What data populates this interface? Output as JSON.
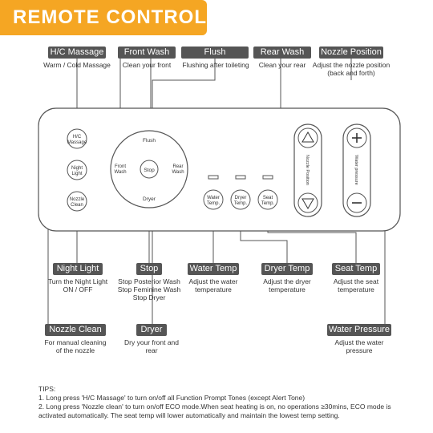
{
  "header": {
    "title": "REMOTE CONTROL"
  },
  "labels": {
    "hc_massage": {
      "title": "H/C Massage",
      "desc": "Warm / Cold Massage"
    },
    "front_wash": {
      "title": "Front Wash",
      "desc": "Clean your front"
    },
    "flush": {
      "title": "Flush",
      "desc": "Flushing after toileting"
    },
    "rear_wash": {
      "title": "Rear Wash",
      "desc": "Clean your rear"
    },
    "nozzle_position": {
      "title": "Nozzle Position",
      "desc": "Adjust the nozzle position (back and forth)"
    },
    "night_light": {
      "title": "Night Light",
      "desc": "Turn the Night Light ON / OFF"
    },
    "stop": {
      "title": "Stop",
      "desc": "Stop Posterior Wash Stop Feminine Wash Stop Dryer"
    },
    "water_temp": {
      "title": "Water Temp",
      "desc": "Adjust the water temperature"
    },
    "dryer_temp": {
      "title": "Dryer Temp",
      "desc": "Adjust the dryer temperature"
    },
    "seat_temp": {
      "title": "Seat Temp",
      "desc": "Adjust the seat temperature"
    },
    "nozzle_clean": {
      "title": "Nozzle Clean",
      "desc": "For manual cleaning of the nozzle"
    },
    "dryer": {
      "title": "Dryer",
      "desc": "Dry your front and rear"
    },
    "water_pressure": {
      "title": "Water Pressure",
      "desc": "Adjust the water pressure"
    }
  },
  "remote": {
    "hc_massage_btn": [
      "H/C",
      "Massage"
    ],
    "night_light_btn": [
      "Night",
      "Light"
    ],
    "nozzle_clean_btn": [
      "Nozzle",
      "Clean"
    ],
    "dial_flush": "Flush",
    "dial_front": [
      "Front",
      "Wash"
    ],
    "dial_rear": [
      "Rear",
      "Wash"
    ],
    "dial_dryer": "Dryer",
    "dial_stop": "Stop",
    "water_temp_btn": [
      "Water",
      "Temp."
    ],
    "dryer_temp_btn": [
      "Dryer",
      "Temp."
    ],
    "seat_temp_btn": [
      "Seat",
      "Temp."
    ],
    "nozzle_position_text": "Nozzle Position",
    "water_pressure_text": "Water pressure"
  },
  "tips": {
    "heading": "TIPS:",
    "lines": [
      "1. Long press 'H/C Massage' to turn on/off all Function Prompt Tones (except Alert Tone)",
      "2. Long press 'Nozzle clean' to turn on/off ECO mode.When seat heating is on, no operations ≥30mins, ECO mode is activated automatically. The seat temp will lower automatically and maintain the lowest temp setting."
    ]
  },
  "colors": {
    "accent": "#f5a623",
    "label_bg": "#555555",
    "line": "#555555"
  },
  "icons": {
    "up": "triangle-up-icon",
    "down": "triangle-down-icon",
    "plus": "plus-icon",
    "minus": "minus-icon"
  }
}
